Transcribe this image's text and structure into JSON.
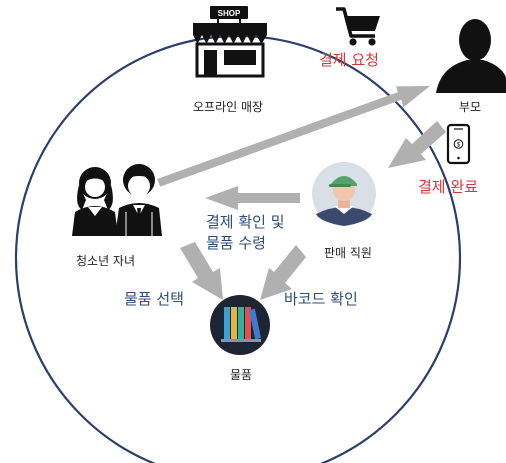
{
  "nodes": {
    "store": {
      "label": "오프라인 매장",
      "sign_text": "SHOP",
      "icon": "storefront-icon"
    },
    "parent": {
      "label": "부모",
      "icon": "person-silhouette-icon"
    },
    "teen": {
      "label": "청소년 자녀",
      "icon": "teen-children-icon"
    },
    "clerk": {
      "label": "판매 직원",
      "icon": "clerk-avatar-icon"
    },
    "item": {
      "label": "물품",
      "icon": "books-icon"
    }
  },
  "labels": {
    "payment_request": "결제 요청",
    "payment_complete": "결제 완료",
    "payment_confirm_line1": "결제 확인 및",
    "payment_confirm_line2": "물품 수령",
    "item_select": "물품 선택",
    "barcode_check": "바코드 확인"
  },
  "icons": {
    "cart": "shopping-cart-icon",
    "phone": "smartphone-payment-icon"
  },
  "colors": {
    "red_label": "#d23a3a",
    "blue_label": "#2f4e7a",
    "arrow": "#b0b0b0",
    "circle": "#2c3e6b",
    "icon_dark": "#111111"
  }
}
